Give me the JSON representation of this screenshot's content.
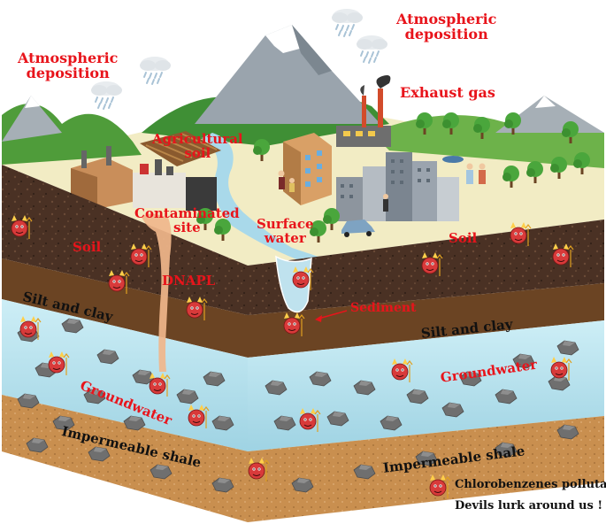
{
  "labels": {
    "atmospheric_left": "Atmospheric\ndeposition",
    "atmospheric_right": "Atmospheric\ndeposition",
    "exhaust_gas": "Exhaust gas",
    "agricultural_soil": "Agricultural\nsoil",
    "contaminated_site": "Contaminated\nsite",
    "surface_water": "Surface\nwater",
    "soil_left": "Soil",
    "soil_right": "Soil",
    "dnapl": "DNAPL",
    "sediment": "Sediment",
    "silt_clay_left": "Silt and clay",
    "silt_clay_right": "Silt and clay",
    "groundwater_left": "Groundwater",
    "groundwater_right": "Groundwater",
    "shale_left": "Impermeable shale",
    "shale_right": "Impermeable shale"
  },
  "legend": {
    "line1": "Chlorobenzenes pollutant",
    "line2": "Devils  lurk around us !"
  },
  "colors": {
    "label_red": "#e8141b",
    "soil": "#4a3124",
    "silt_clay": "#6b4423",
    "groundwater": "#bfe3ee",
    "shale": "#c98f4f",
    "devil": "#d83a3a"
  },
  "icons": [
    "rain-cloud-icon",
    "mountain-icon",
    "factory-icon",
    "building-icon",
    "tree-icon",
    "car-icon",
    "person-icon",
    "devil-icon",
    "rock-icon"
  ]
}
